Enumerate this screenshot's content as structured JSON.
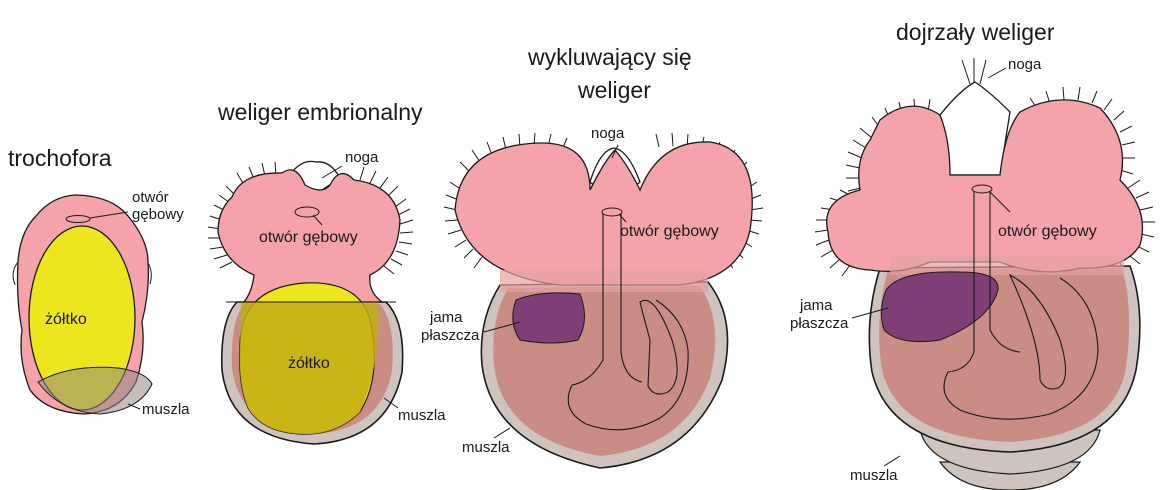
{
  "stages": [
    {
      "title": "trochofora",
      "labels": {
        "mouth": [
          "otwór",
          "gębowy"
        ],
        "yolk": "żółtko",
        "shell": "muszla"
      }
    },
    {
      "title": "weliger embrionalny",
      "labels": {
        "foot": "noga",
        "mouth": "otwór gębowy",
        "yolk": "żółtko",
        "shell": "muszla"
      }
    },
    {
      "title": [
        "wykluwający się",
        "weliger"
      ],
      "labels": {
        "foot": "noga",
        "mouth": "otwór gębowy",
        "mantle": [
          "jama",
          "płaszcza"
        ],
        "shell": "muszla"
      }
    },
    {
      "title": "dojrzały weliger",
      "labels": {
        "foot": "noga",
        "mouth": "otwór gębowy",
        "mantle": [
          "jama",
          "płaszcza"
        ],
        "shell": "muszla"
      }
    }
  ],
  "colors": {
    "velum": "#f4a3aa",
    "yolk": "#ede51e",
    "yolk_dark": "#c2ad14",
    "shell_rim": "#cfc4bd",
    "shell_body": "#c98d86",
    "mantle_cavity": "#7e3f77",
    "outline": "#1a1a1a"
  }
}
